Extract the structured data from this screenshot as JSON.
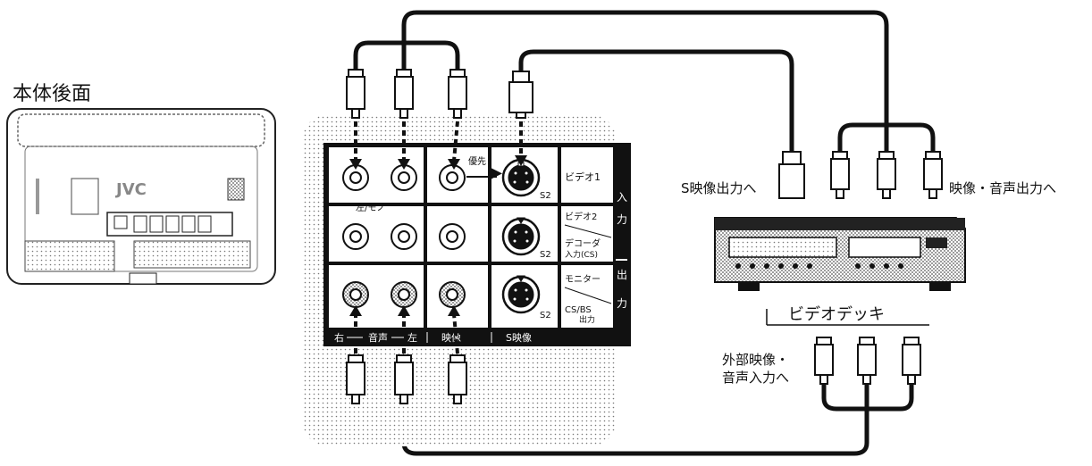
{
  "labels": {
    "rear_title": "本体後面",
    "s_video_out": "S映像出力へ",
    "av_out": "映像・音声出力へ",
    "vcr_caption": "ビデオデッキ",
    "ext_in_line1": "外部映像・",
    "ext_in_line2": "音声入力へ"
  },
  "panel": {
    "priority": "優先",
    "mono": "左/モノ",
    "s2": "S2",
    "side_in": [
      "入",
      "力"
    ],
    "side_out": [
      "出",
      "力"
    ],
    "row_labels": {
      "video1": "ビデオ1",
      "video2": "ビデオ2",
      "decoder1": "デコーダ",
      "decoder2": "入力(CS)",
      "monitor": "モニター",
      "csbs1": "CS/BS",
      "csbs2": "出力"
    },
    "bottom": {
      "right": "右",
      "audio": "音声",
      "left": "左",
      "video": "映像",
      "svideo": "S映像"
    }
  },
  "tv_brand": "JVC",
  "colors": {
    "ink": "#111111",
    "paper": "#ffffff",
    "halftone": "#c8c8c8",
    "panel_bg": "#e0e0e0"
  }
}
